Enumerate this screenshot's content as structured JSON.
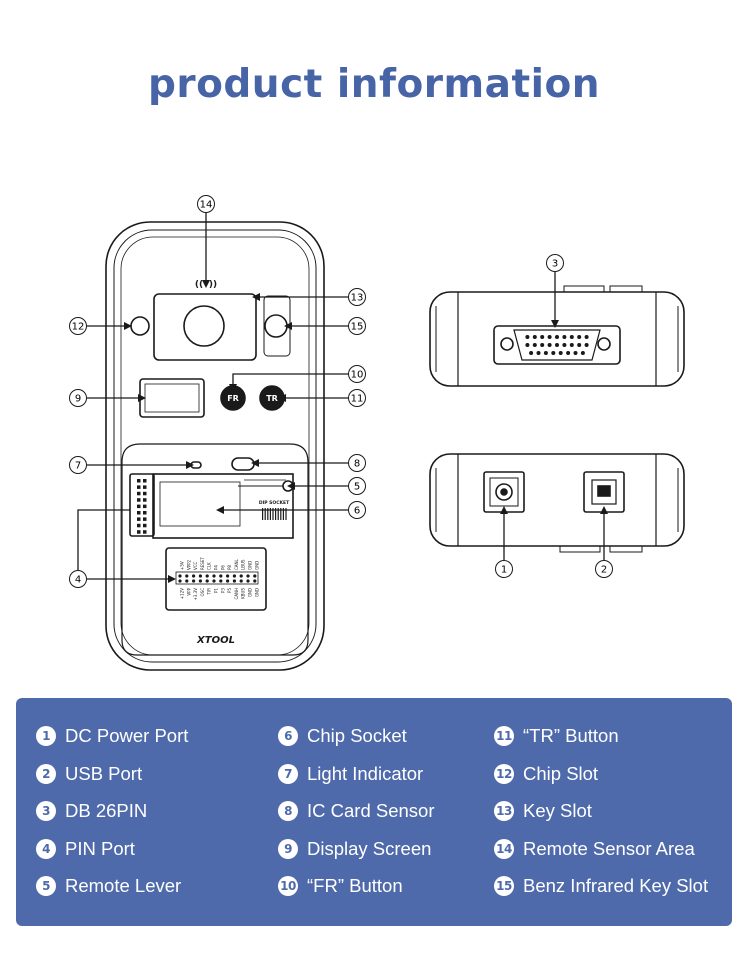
{
  "title": "product information",
  "device": {
    "brand": "XTOOL",
    "dip_socket_label": "DIP SOCKET",
    "button_fr": "FR",
    "button_tr": "TR",
    "pins_top": [
      "+5V",
      "VPP2",
      "VCC",
      "RESET",
      "CLK",
      "P4",
      "P6",
      "P8",
      "CANL",
      "LBUS",
      "GND",
      "GND"
    ],
    "pins_bottom": [
      "+12V",
      "VPP",
      "+3.3V",
      "OSC",
      "T/R",
      "P1",
      "P3",
      "P5",
      "CANH",
      "KBUS",
      "GND",
      "GND"
    ]
  },
  "callouts": [
    "1",
    "2",
    "3",
    "4",
    "5",
    "6",
    "7",
    "8",
    "9",
    "10",
    "11",
    "12",
    "13",
    "14",
    "15"
  ],
  "legend": {
    "columns": [
      [
        {
          "num": "1",
          "label": "DC Power Port"
        },
        {
          "num": "2",
          "label": "USB Port"
        },
        {
          "num": "3",
          "label": "DB  26PIN"
        },
        {
          "num": "4",
          "label": "PIN Port"
        },
        {
          "num": "5",
          "label": "Remote Lever"
        }
      ],
      [
        {
          "num": "6",
          "label": "Chip Socket"
        },
        {
          "num": "7",
          "label": "Light Indicator"
        },
        {
          "num": "8",
          "label": "IC Card Sensor"
        },
        {
          "num": "9",
          "label": "Display Screen"
        },
        {
          "num": "10",
          "label": "“FR” Button"
        }
      ],
      [
        {
          "num": "11",
          "label": "“TR” Button"
        },
        {
          "num": "12",
          "label": "Chip Slot"
        },
        {
          "num": "13",
          "label": "Key Slot"
        },
        {
          "num": "14",
          "label": "Remote Sensor Area"
        },
        {
          "num": "15",
          "label": "Benz Infrared Key Slot"
        }
      ]
    ]
  }
}
